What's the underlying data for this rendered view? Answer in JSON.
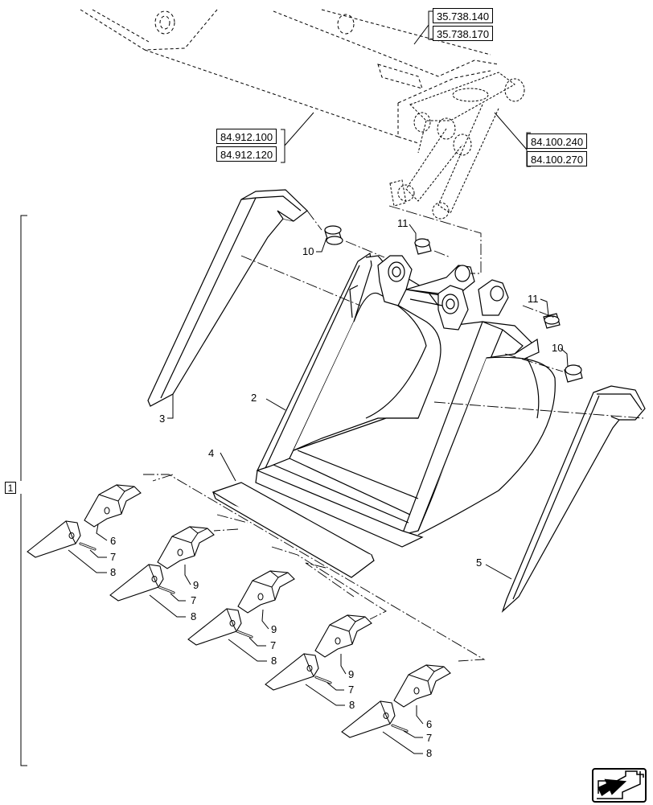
{
  "references": {
    "boom_top_1": "35.738.140",
    "boom_top_2": "35.738.170",
    "boom_left_1": "84.912.100",
    "boom_left_2": "84.912.120",
    "linkage_1": "84.100.240",
    "linkage_2": "84.100.270"
  },
  "callouts": {
    "c2": "2",
    "c3": "3",
    "c4": "4",
    "c5": "5",
    "c10a": "10",
    "c10b": "10",
    "c11a": "11",
    "c11b": "11",
    "r1_6": "6",
    "r1_7": "7",
    "r1_8": "8",
    "r2_9": "9",
    "r2_7": "7",
    "r2_8": "8",
    "r3_9": "9",
    "r3_7": "7",
    "r3_8": "8",
    "r4_9": "9",
    "r4_7": "7",
    "r4_8": "8",
    "r5_6": "6",
    "r5_7": "7",
    "r5_8": "8"
  },
  "group_label": "1",
  "nav": {
    "icon": "next-page-arrow-icon"
  }
}
